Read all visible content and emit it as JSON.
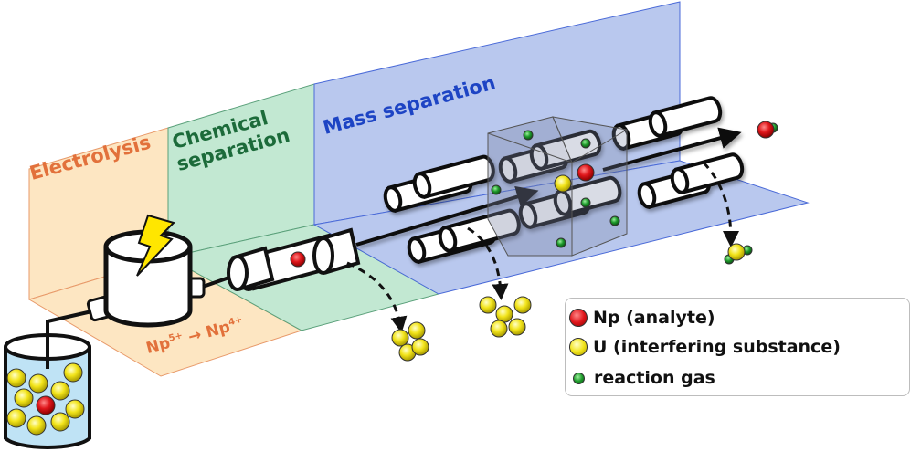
{
  "stages": {
    "electrolysis": {
      "label": "Electrolysis",
      "color": "#e2713b",
      "panel_fill": "#fde6c2"
    },
    "chemical_separation": {
      "label_line1": "Chemical",
      "label_line2": "separation",
      "color": "#1c6b3a",
      "panel_fill": "#c2e8d2"
    },
    "mass_separation": {
      "label": "Mass separation",
      "color": "#1d44c4",
      "panel_fill": "#b9c8ee"
    }
  },
  "reaction": {
    "from": "Np",
    "from_charge": "5+",
    "arrow": "→",
    "to": "Np",
    "to_charge": "4+"
  },
  "legend": {
    "items": [
      {
        "label": "Np (analyte)",
        "color": "#e0161b",
        "icon": "red-sphere"
      },
      {
        "label": "U (interfering substance)",
        "color": "#f5e81a",
        "icon": "yellow-sphere"
      },
      {
        "label": "reaction gas",
        "color": "#1f9b2c",
        "icon": "green-sphere"
      }
    ]
  },
  "colors": {
    "np": "#e0161b",
    "u": "#f5e81a",
    "gas": "#1f9b2c",
    "outline": "#111111",
    "bolt": "#ffe600",
    "solution": "#bfe3f5"
  }
}
